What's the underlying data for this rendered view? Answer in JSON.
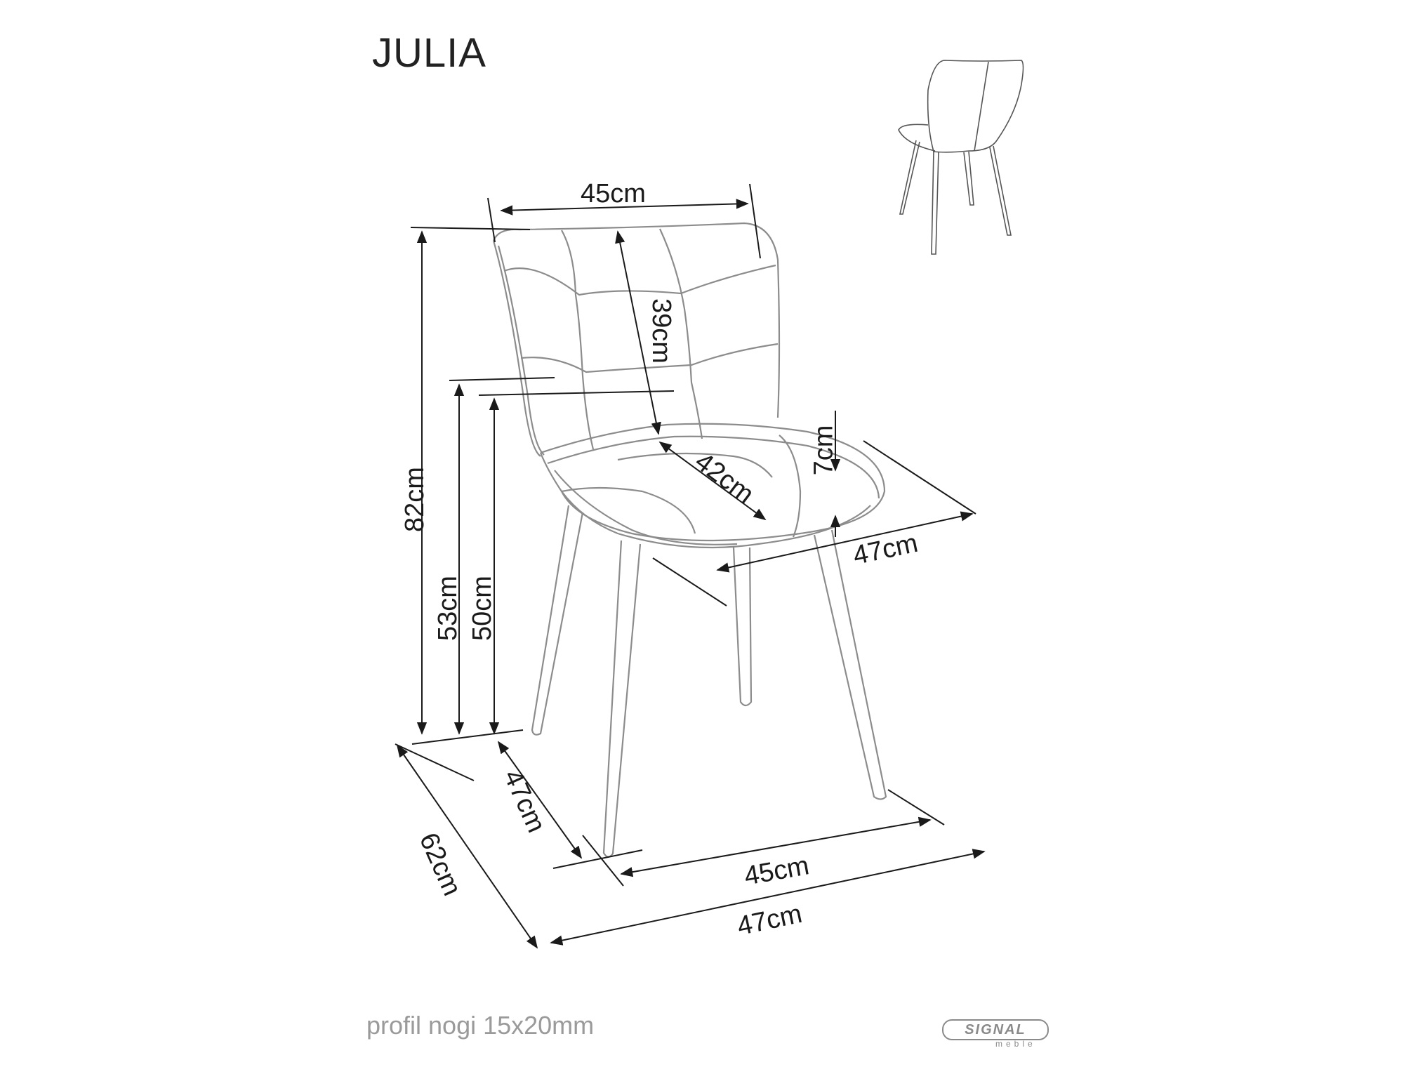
{
  "product": {
    "name": "JULIA"
  },
  "dimensions": {
    "backrest_width": "45cm",
    "backrest_height": "39cm",
    "seat_depth": "42cm",
    "seat_thickness": "7cm",
    "seat_width": "47cm",
    "total_height": "82cm",
    "seat_height_top": "53cm",
    "seat_height": "50cm",
    "leg_depth": "47cm",
    "total_depth": "62cm",
    "leg_width": "45cm",
    "total_width": "47cm"
  },
  "footer": {
    "leg_profile": "profil nogi 15x20mm",
    "brand": "SIGNAL",
    "brand_sub": "meble"
  },
  "colors": {
    "outline": "#8c8c8c",
    "dimension_line": "#1a1a1a",
    "footnote": "#9a9a9a"
  }
}
